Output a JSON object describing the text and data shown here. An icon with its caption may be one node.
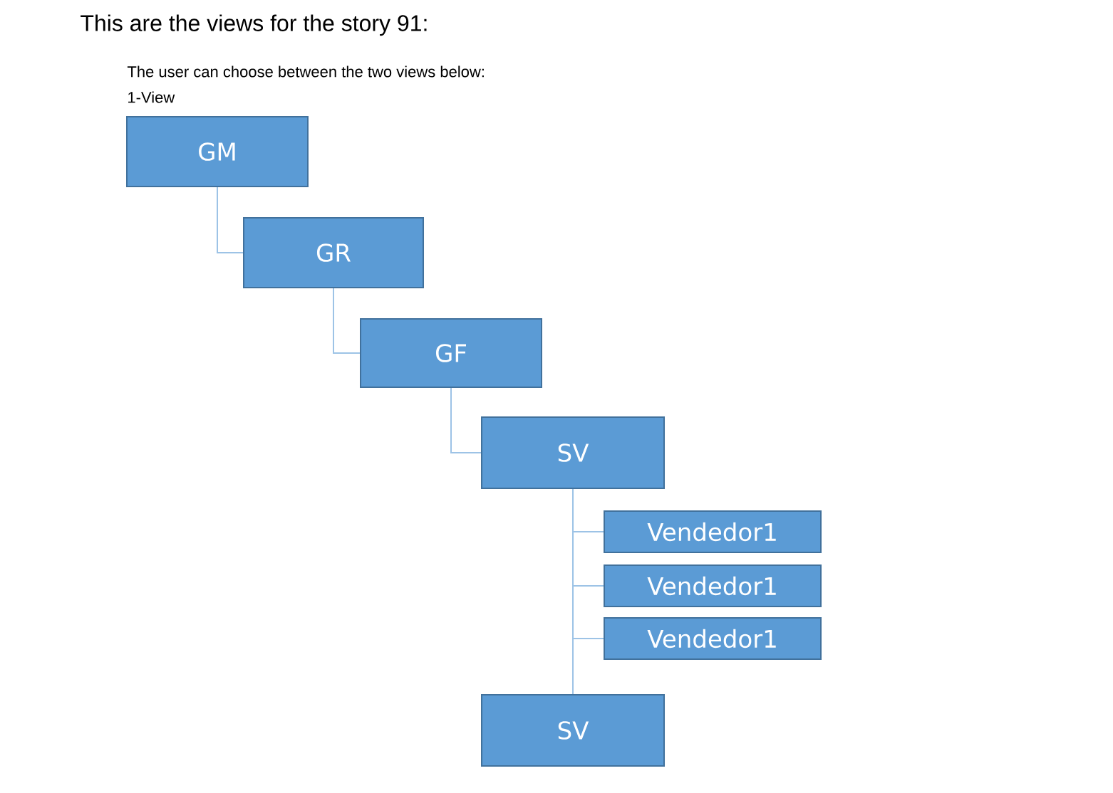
{
  "diagram": {
    "title": "This are the views for the story 91:",
    "nodes": [
      {
        "text": [
          "GM"
        ]
      },
      {
        "text": [
          "GR"
        ]
      },
      {
        "text": [
          "GF"
        ]
      },
      {
        "text": [
          "SV"
        ]
      },
      {
        "text": [
          "Vendedor1"
        ]
      },
      {
        "text": [
          "Vendedor1"
        ]
      },
      {
        "text": [
          "Vendedor1"
        ]
      },
      {
        "text": [
          "SV"
        ]
      }
    ],
    "edges": [
      {
        "from": 0,
        "to": 1,
        "arrow": "none"
      },
      {
        "from": 1,
        "to": 2,
        "arrow": "none"
      },
      {
        "from": 2,
        "to": 3,
        "arrow": "none"
      },
      {
        "from": 3,
        "to": 4,
        "arrow": "none"
      },
      {
        "from": 3,
        "to": 5,
        "arrow": "none"
      },
      {
        "from": 3,
        "to": 6,
        "arrow": "none"
      },
      {
        "from": 3,
        "to": 7,
        "arrow": "none"
      }
    ],
    "labels": [
      "The user can choose between the two views below:",
      "1-View"
    ]
  }
}
